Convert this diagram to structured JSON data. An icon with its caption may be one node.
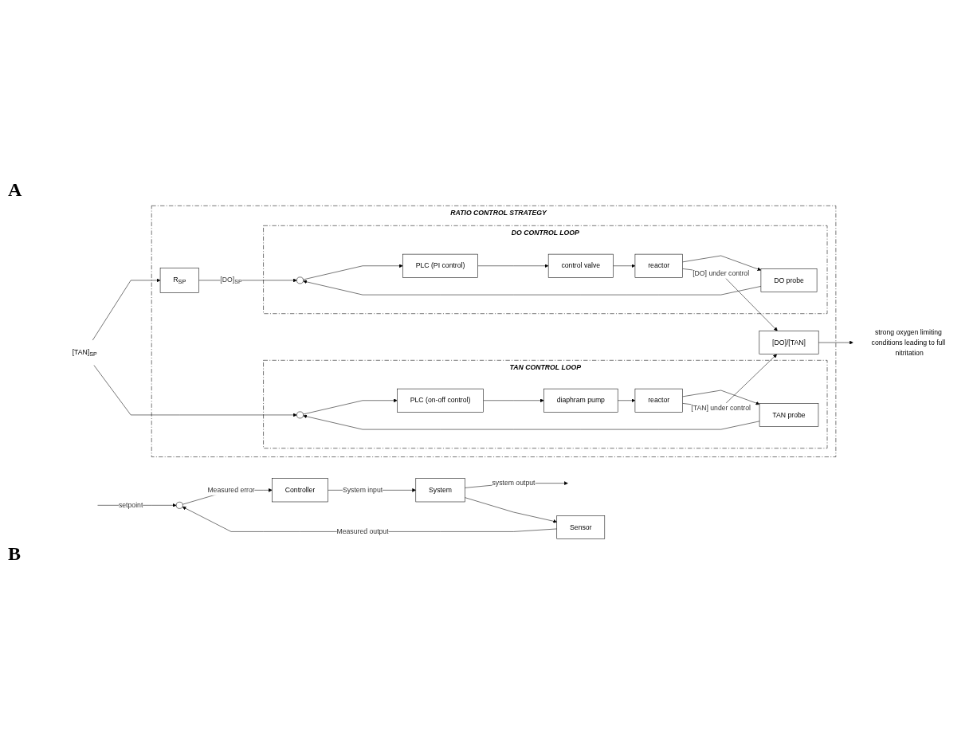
{
  "diagram": {
    "nodes": [
      {
        "text": [],
        "shape": "circle"
      },
      {
        "text": [
          "Controller"
        ]
      },
      {
        "text": [
          "System"
        ]
      },
      {
        "text": [
          "Sensor"
        ]
      },
      {
        "text": [
          "RATIO CONTROL STRATEGY"
        ]
      },
      {
        "text": [
          "DO CONTROL LOOP"
        ],
        "in": 4
      },
      {
        "text": [],
        "shape": "circle",
        "in": 5
      },
      {
        "text": [
          "PLC (PI control)"
        ],
        "in": 5
      },
      {
        "text": [
          "control valve"
        ],
        "in": 5
      },
      {
        "text": [
          "reactor"
        ],
        "in": 5
      },
      {
        "text": [
          "DO probe"
        ],
        "in": 5
      },
      {
        "text": [
          "R$_{SP}$"
        ],
        "in": 4
      },
      {
        "text": [
          "TAN CONTROL LOOP"
        ],
        "in": 4
      },
      {
        "text": [],
        "shape": "circle",
        "in": 12
      },
      {
        "text": [
          "PLC (on-off control)"
        ],
        "in": 12
      },
      {
        "text": [
          "diaphram pump"
        ],
        "in": 12
      },
      {
        "text": [
          "reactor"
        ],
        "in": 12
      },
      {
        "text": [
          "TAN probe"
        ],
        "in": 12
      },
      {
        "text": [
          "[DO]/[TAN]"
        ],
        "in": 4
      },
      {
        "text": [
          "strong oxygen limiting conditions leading to full nitritation"
        ]
      },
      {
        "text": [
          "[TAN]$_{SP}$"
        ]
      }
    ],
    "edges": [
      {
        "from": null,
        "to": 0,
        "arrow": "to",
        "label": "setpoint"
      },
      {
        "from": 0,
        "to": 1,
        "arrow": "to",
        "label": "Measured error"
      },
      {
        "from": 1,
        "to": 2,
        "arrow": "to",
        "label": "System input"
      },
      {
        "from": 2,
        "to": null,
        "arrow": "to",
        "label": "system output"
      },
      {
        "from": 2,
        "to": 3,
        "arrow": "to"
      },
      {
        "from": 3,
        "to": 0,
        "arrow": "to",
        "label": "Measured output"
      },
      {
        "from": 20,
        "to": 11,
        "arrow": "to"
      },
      {
        "from": 20,
        "to": 13,
        "arrow": "to"
      },
      {
        "from": 11,
        "to": 6,
        "arrow": "to",
        "label": "[DO]$_{SP}$"
      },
      {
        "from": 6,
        "to": 7,
        "arrow": "to"
      },
      {
        "from": 7,
        "to": 8,
        "arrow": "to"
      },
      {
        "from": 8,
        "to": 9,
        "arrow": "to"
      },
      {
        "from": 9,
        "to": 10,
        "arrow": "to"
      },
      {
        "from": 10,
        "to": 6,
        "arrow": "to"
      },
      {
        "from": 9,
        "to": 18,
        "arrow": "to",
        "label": "[DO] under control"
      },
      {
        "from": 13,
        "to": 14,
        "arrow": "to"
      },
      {
        "from": 14,
        "to": 15,
        "arrow": "to"
      },
      {
        "from": 15,
        "to": 16,
        "arrow": "to"
      },
      {
        "from": 16,
        "to": 17,
        "arrow": "to"
      },
      {
        "from": 17,
        "to": 13,
        "arrow": "to"
      },
      {
        "from": 16,
        "to": 18,
        "arrow": "to",
        "label": "[TAN] under control"
      },
      {
        "from": 18,
        "to": 19,
        "arrow": "to"
      }
    ],
    "labels": [
      "A",
      "B"
    ]
  }
}
